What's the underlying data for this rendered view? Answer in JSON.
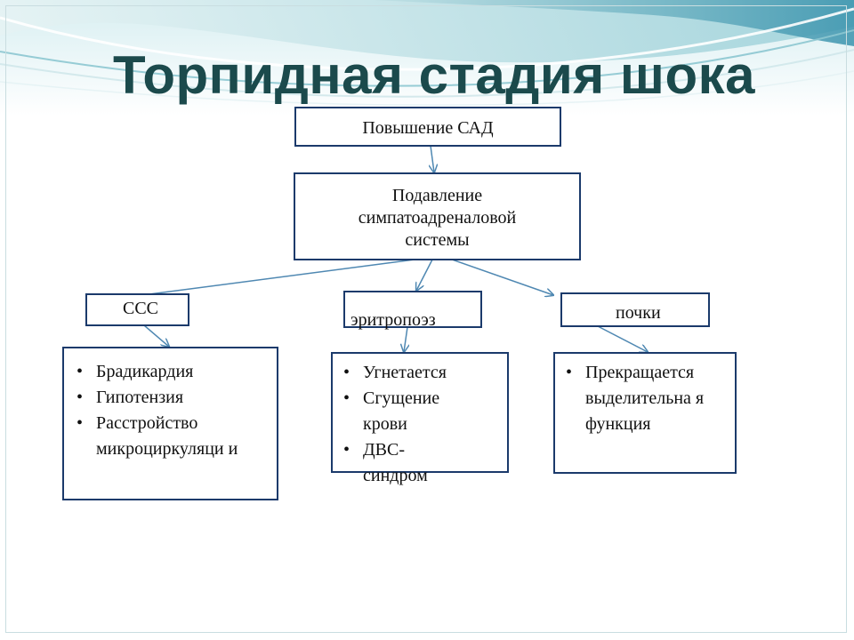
{
  "title": "Торпидная стадия шока",
  "nodes": {
    "sad": "Повышение САД",
    "sas": [
      "Подавление",
      "симпатоадреналовой",
      "системы"
    ],
    "sss": "ССС",
    "erythro": "эритропоэз",
    "kidneys": "почки"
  },
  "lists": {
    "sss": [
      "Брадикардия",
      "Гипотензия",
      "Расстройство микроциркуляци и"
    ],
    "erythro": [
      "Угнетается",
      "Сгущение крови",
      "ДВС-синдром"
    ],
    "kidneys": [
      "Прекращается выделительна я функция"
    ]
  },
  "colors": {
    "title": "#1b4a4c",
    "border": "#1b3a6b",
    "arrow": "#4f88b2",
    "wave_light": "#cfe7ea",
    "wave_mid": "#8ec6cf",
    "wave_dark": "#3d8fa8"
  }
}
